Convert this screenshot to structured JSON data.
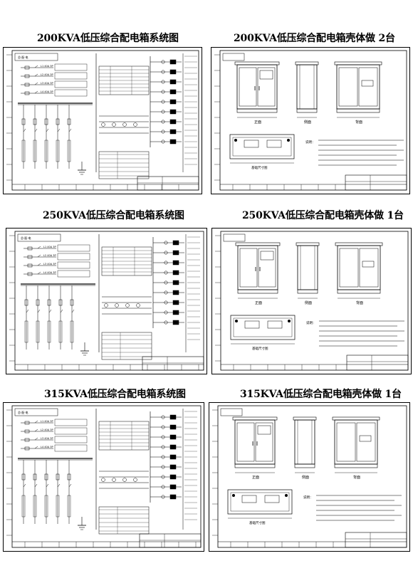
{
  "rows": [
    {
      "system_title": "200KVA低压综合配电箱系统图",
      "enclosure_title": "200KVA低压综合配电箱壳体做 2台"
    },
    {
      "system_title": "250KVA低压综合配电箱系统图",
      "enclosure_title": "250KVA低压综合配电箱壳体做 1台"
    },
    {
      "system_title": "315KVA低压综合配电箱系统图",
      "enclosure_title": "315KVA低压综合配电箱壳体做 1台"
    }
  ],
  "enclosure_view_labels": [
    "正面",
    "侧面",
    "背面"
  ],
  "base_plan_label": "基础尺寸图",
  "notes_label": "说明："
}
